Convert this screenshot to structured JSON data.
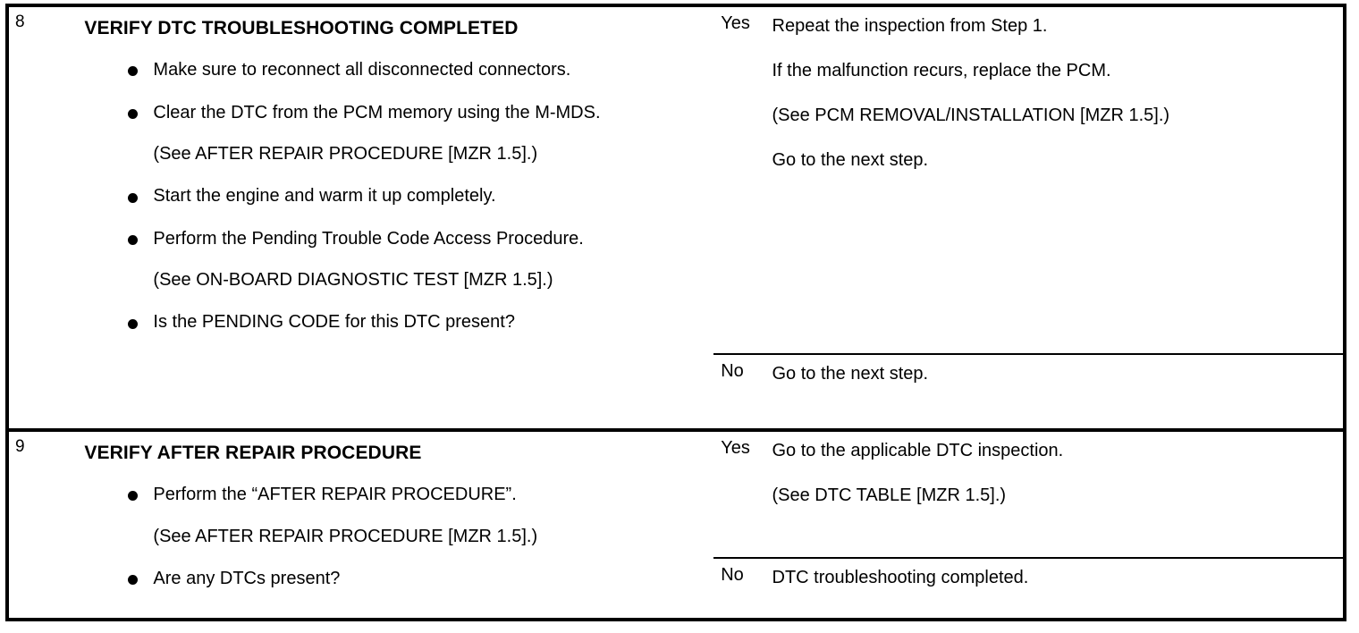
{
  "document": {
    "type": "diagnostic-troubleshooting-table",
    "columns": {
      "step": "",
      "description": "",
      "judgement": "",
      "action": ""
    }
  },
  "steps": [
    {
      "number": "8",
      "title": "VERIFY DTC TROUBLESHOOTING COMPLETED",
      "items": [
        {
          "kind": "bullet",
          "text": "Make sure to reconnect all disconnected connectors."
        },
        {
          "kind": "bullet",
          "text": "Clear the DTC from the PCM memory using the M-MDS."
        },
        {
          "kind": "note",
          "text": "(See AFTER REPAIR PROCEDURE [MZR 1.5].)"
        },
        {
          "kind": "bullet",
          "text": "Start the engine and warm it up completely."
        },
        {
          "kind": "bullet",
          "text": "Perform the Pending Trouble Code Access Procedure."
        },
        {
          "kind": "note",
          "text": "(See ON-BOARD DIAGNOSTIC TEST [MZR 1.5].)"
        },
        {
          "kind": "bullet",
          "text": "Is the PENDING CODE for this DTC present?"
        }
      ],
      "results": [
        {
          "judgement": "Yes",
          "lines": [
            "Repeat the inspection from Step 1.",
            "If the malfunction recurs, replace the PCM.",
            "(See PCM REMOVAL/INSTALLATION [MZR 1.5].)",
            "Go to the next step."
          ]
        },
        {
          "judgement": "No",
          "lines": [
            "Go to the next step."
          ]
        }
      ]
    },
    {
      "number": "9",
      "title": "VERIFY AFTER REPAIR PROCEDURE",
      "items": [
        {
          "kind": "bullet",
          "text": "Perform the “AFTER REPAIR PROCEDURE”."
        },
        {
          "kind": "note",
          "text": "(See AFTER REPAIR PROCEDURE [MZR 1.5].)"
        },
        {
          "kind": "bullet",
          "text": "Are any DTCs present?"
        }
      ],
      "results": [
        {
          "judgement": "Yes",
          "lines": [
            "Go to the applicable DTC inspection.",
            "(See DTC TABLE [MZR 1.5].)"
          ]
        },
        {
          "judgement": "No",
          "lines": [
            "DTC troubleshooting completed."
          ]
        }
      ]
    }
  ],
  "colors": {
    "ink": "#000000",
    "paper": "#ffffff"
  }
}
